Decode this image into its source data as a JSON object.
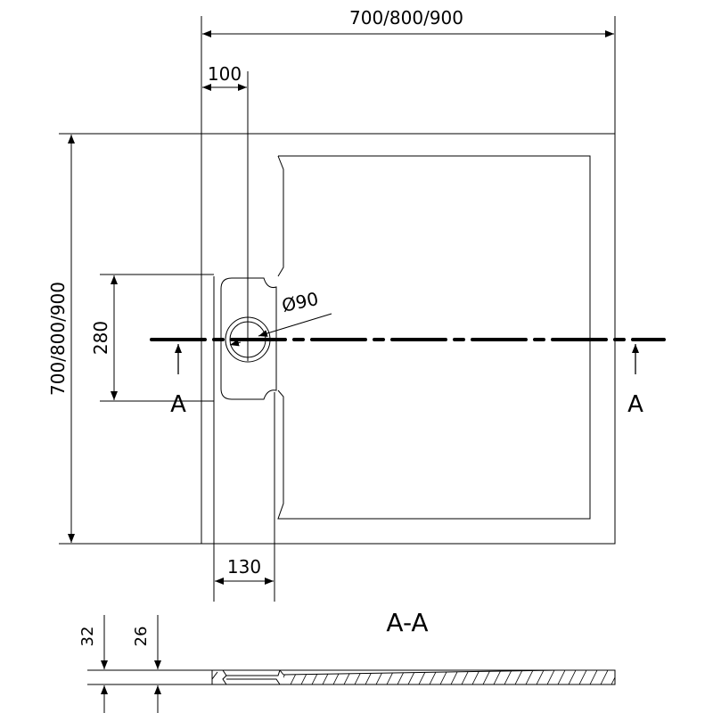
{
  "dimensions": {
    "width": "700/800/900",
    "length": "700/800/900",
    "drain_offset": "100",
    "drain_channel_length": "280",
    "drain_channel_width": "130",
    "drain_diameter": "Ø90",
    "total_height": "32",
    "edge_height": "26"
  },
  "section": {
    "marker_left": "A",
    "marker_right": "A",
    "title": "A-A"
  }
}
